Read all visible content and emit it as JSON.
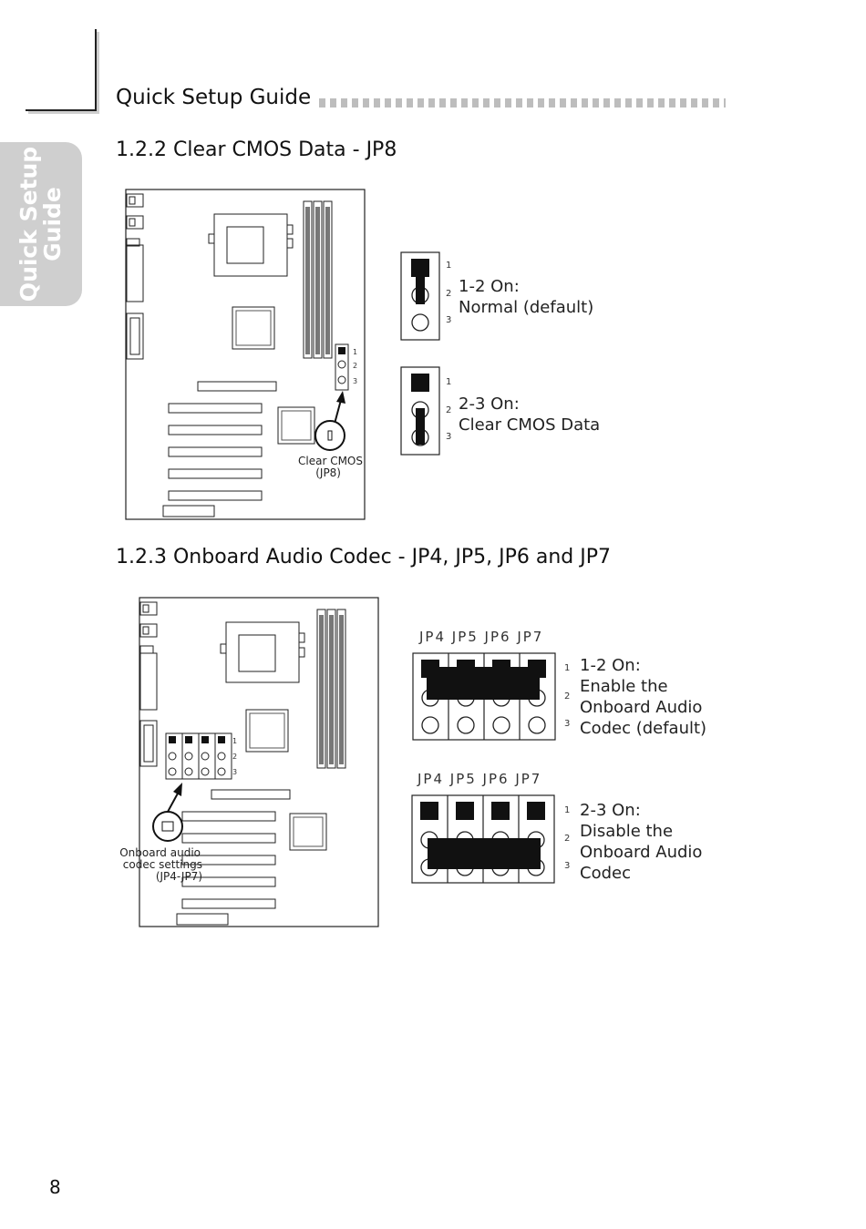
{
  "header": {
    "title": "Quick Setup Guide"
  },
  "side_tab": {
    "line1": "Quick Setup",
    "line2": "Guide"
  },
  "section_cmos": {
    "heading": "1.2.2  Clear CMOS Data - JP8",
    "board_caption_line1": "Clear CMOS",
    "board_caption_line2": "(JP8)",
    "pins": [
      "1",
      "2",
      "3"
    ],
    "setting1": {
      "title": "1-2 On:",
      "desc": "Normal (default)"
    },
    "setting2": {
      "title": "2-3 On:",
      "desc": "Clear CMOS Data"
    }
  },
  "section_audio": {
    "heading": "1.2.3  Onboard Audio Codec - JP4, JP5, JP6 and JP7",
    "board_caption_line1": "Onboard audio",
    "board_caption_line2": "codec settings",
    "board_caption_line3": "(JP4-JP7)",
    "jumper_labels": "JP4  JP5  JP6  JP7",
    "pins": [
      "1",
      "2",
      "3"
    ],
    "setting1": {
      "title": "1-2 On:",
      "line1": "Enable the",
      "line2": "Onboard Audio",
      "line3": "Codec (default)"
    },
    "setting2": {
      "title": "2-3  On:",
      "line1": "Disable the",
      "line2": "Onboard  Audio",
      "line3": "Codec"
    }
  },
  "footer": {
    "page_number": "8"
  }
}
